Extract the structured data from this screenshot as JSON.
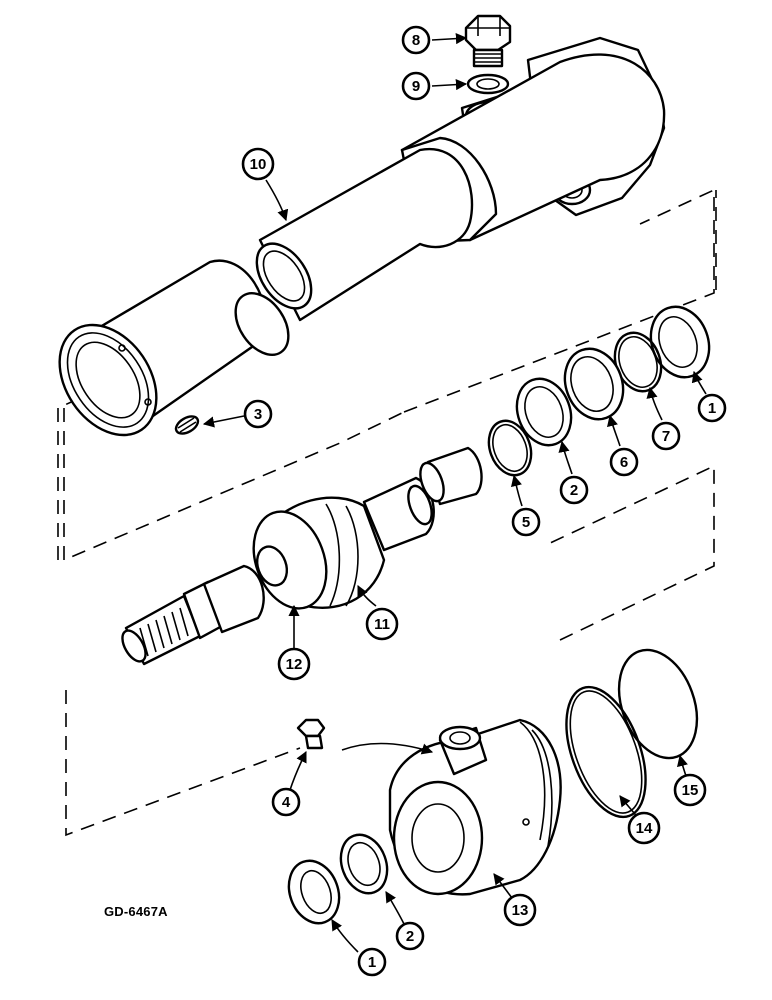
{
  "figure_id": "GD-6467A",
  "callouts": [
    {
      "key": "8",
      "label": "8"
    },
    {
      "key": "9",
      "label": "9"
    },
    {
      "key": "10",
      "label": "10"
    },
    {
      "key": "3",
      "label": "3"
    },
    {
      "key": "1a",
      "label": "1"
    },
    {
      "key": "7",
      "label": "7"
    },
    {
      "key": "6",
      "label": "6"
    },
    {
      "key": "2a",
      "label": "2"
    },
    {
      "key": "5",
      "label": "5"
    },
    {
      "key": "11",
      "label": "11"
    },
    {
      "key": "12",
      "label": "12"
    },
    {
      "key": "4",
      "label": "4"
    },
    {
      "key": "14",
      "label": "14"
    },
    {
      "key": "15",
      "label": "15"
    },
    {
      "key": "13",
      "label": "13"
    },
    {
      "key": "2b",
      "label": "2"
    },
    {
      "key": "1b",
      "label": "1"
    }
  ]
}
